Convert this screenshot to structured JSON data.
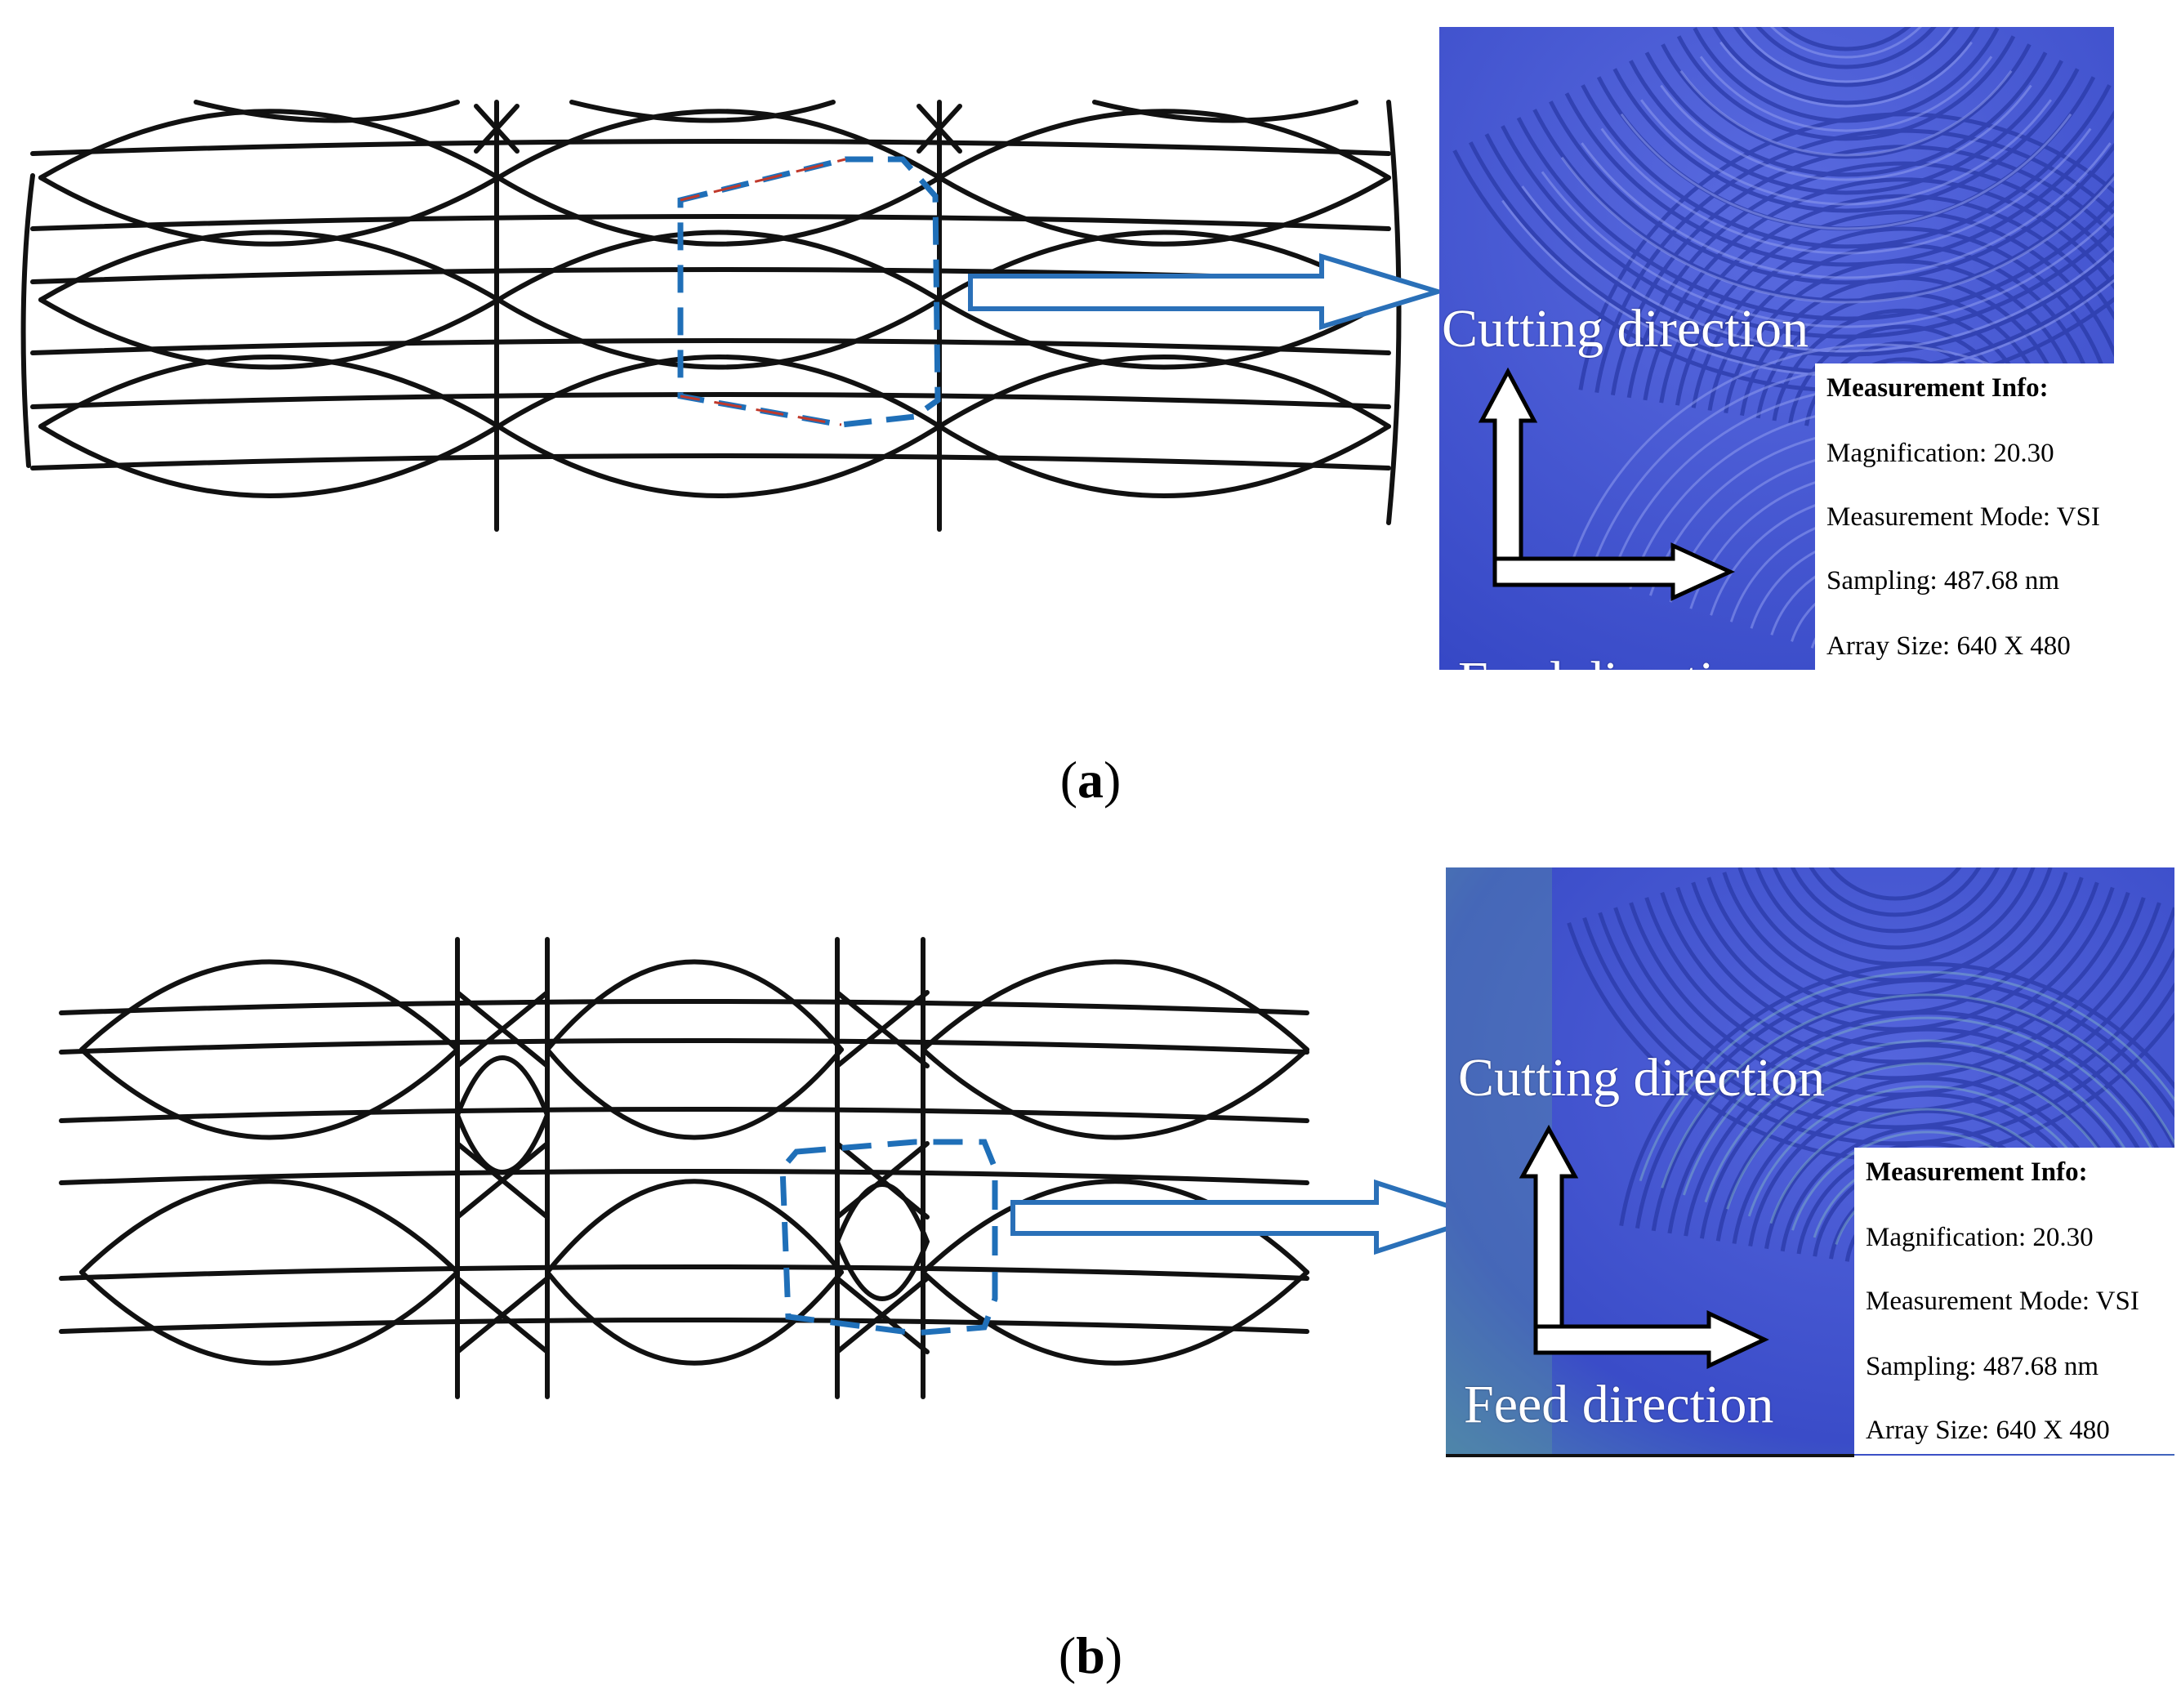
{
  "panel_a": {
    "caption_letter": "a",
    "cutting_label": "Cutting direction",
    "feed_label": "Feed direction",
    "info": {
      "title": "Measurement Info:",
      "magnification": "Magnification: 20.30",
      "mode": "Measurement Mode: VSI",
      "sampling": "Sampling: 487.68 nm",
      "array": "Array Size: 640 X 480"
    }
  },
  "panel_b": {
    "caption_letter": "b",
    "cutting_label": "Cutting direction",
    "feed_label": "Feed direction",
    "info": {
      "title": "Measurement Info:",
      "magnification": "Magnification: 20.30",
      "mode": "Measurement Mode: VSI",
      "sampling": "Sampling: 487.68 nm",
      "array": "Array Size: 640 X 480"
    }
  },
  "colors": {
    "line": "#111111",
    "dash_blue": "#1f6fb8",
    "dash_red": "#c0392b",
    "arrow_blue": "#2a70b8",
    "micro_bg": "#4455d0"
  }
}
